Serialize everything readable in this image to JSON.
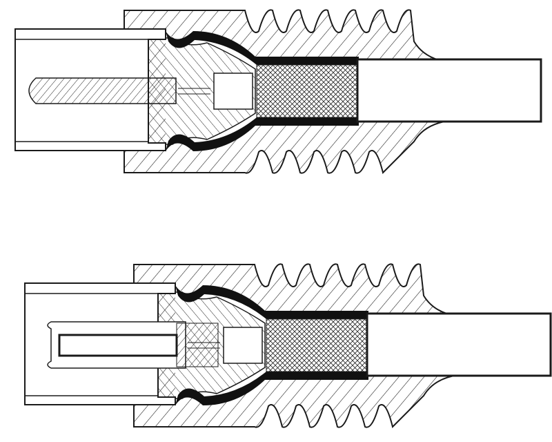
{
  "diagram": {
    "figures": [
      {
        "id": "male-connector",
        "pin_type": "solid"
      },
      {
        "id": "female-connector",
        "pin_type": "hollow"
      }
    ],
    "colors": {
      "line": "#1a1a1a",
      "fill": "#ffffff",
      "ferrule": "#111111"
    }
  }
}
